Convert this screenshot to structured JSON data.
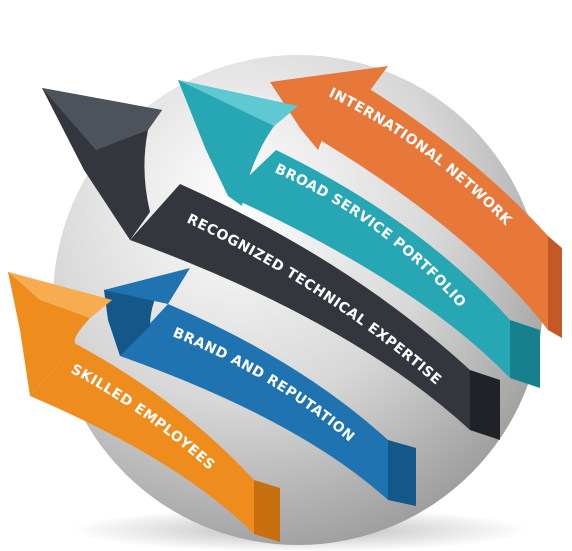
{
  "bands": [
    {
      "key": "international",
      "label": "INTERNATIONAL NETWORK",
      "color": "#e8773a",
      "shade": "#c35a26",
      "highlight": "#f39a5e"
    },
    {
      "key": "broad",
      "label": "BROAD SERVICE PORTFOLIO",
      "color": "#27a6b3",
      "shade": "#16808c",
      "highlight": "#5fc9d2"
    },
    {
      "key": "recognized",
      "label": "RECOGNIZED TECHNICAL EXPERTISE",
      "color": "#33373d",
      "shade": "#1f2226",
      "highlight": "#4d535a"
    },
    {
      "key": "brand",
      "label": "BRAND AND REPUTATION",
      "color": "#1e73b0",
      "shade": "#14588a",
      "highlight": "#4696cf"
    },
    {
      "key": "skilled",
      "label": "SKILLED EMPLOYEES",
      "color": "#ef8c1e",
      "shade": "#c86f10",
      "highlight": "#f7ad4f"
    }
  ],
  "sphere": {
    "color": "#d7d7d7",
    "highlight": "#ffffff",
    "shadow": "#9b9b9b"
  }
}
